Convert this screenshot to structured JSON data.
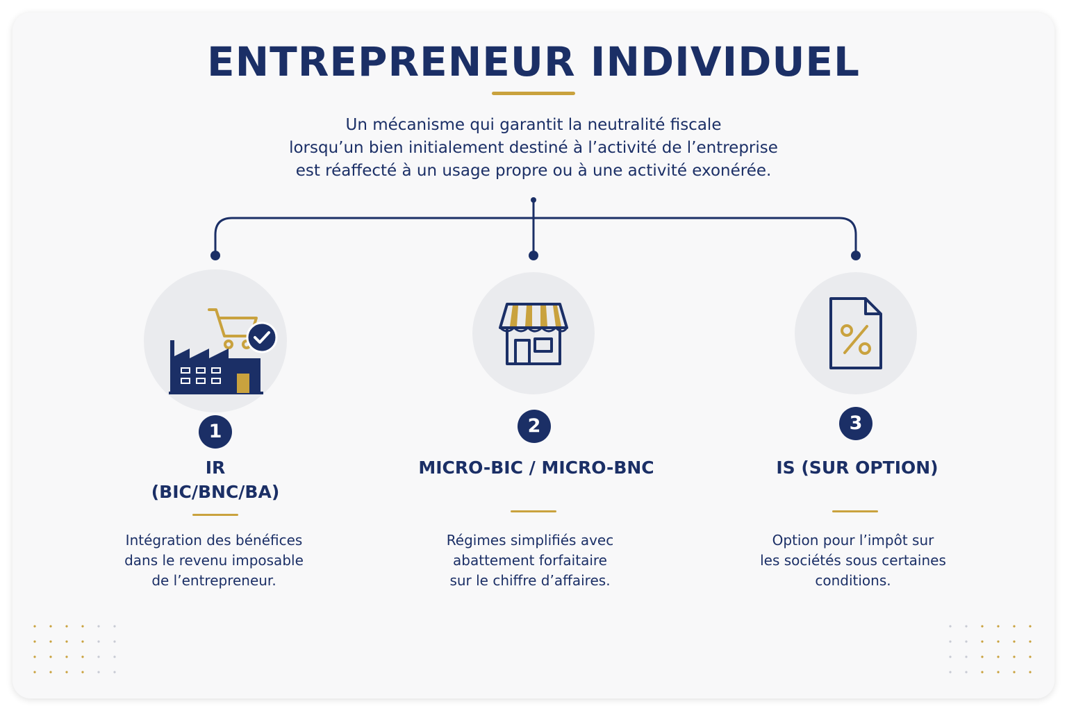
{
  "title": "ENTREPRENEUR INDIVIDUEL",
  "intro": [
    "Un mécanisme qui garantit la neutralité fiscale",
    "lorsqu’un bien initialement destiné à l’activité de l’entreprise",
    "est réaffecté à un usage propre ou à une activité exonérée."
  ],
  "columns": [
    {
      "number": "1",
      "icon": "factory-cart-check-icon",
      "title_lines": [
        "IR",
        "(BIC/BNC/BA)"
      ],
      "description_lines": [
        "Intégration des bénéfices",
        "dans le revenu imposable",
        "de l’entrepreneur."
      ]
    },
    {
      "number": "2",
      "icon": "storefront-icon",
      "title_lines": [
        "MICRO-BIC / MICRO-BNC"
      ],
      "description_lines": [
        "Régimes simplifiés avec",
        "abattement forfaitaire",
        "sur le chiffre d’affaires."
      ]
    },
    {
      "number": "3",
      "icon": "percent-document-icon",
      "title_lines": [
        "IS (SUR OPTION)"
      ],
      "description_lines": [
        "Option pour l’impôt sur",
        "les sociétés sous certaines",
        "conditions."
      ]
    }
  ],
  "colors": {
    "navy": "#1b2f66",
    "gold": "#c9a23e",
    "circle": "#eaebee"
  }
}
